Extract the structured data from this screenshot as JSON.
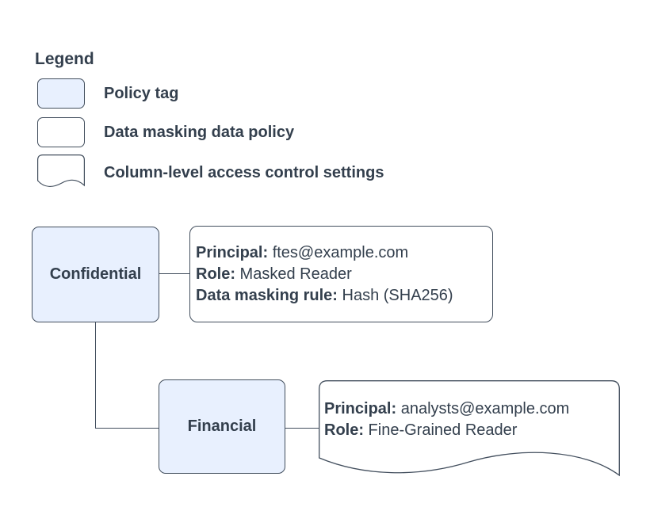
{
  "colors": {
    "node_fill": "#E8F0FE",
    "border": "#424E5D",
    "text": "#333F4D",
    "background": "#FFFFFF"
  },
  "legend": {
    "title": "Legend",
    "items": [
      {
        "shape": "policy-tag-swatch",
        "label": "Policy tag"
      },
      {
        "shape": "data-masking-policy-swatch",
        "label": "Data masking data policy"
      },
      {
        "shape": "document-swatch",
        "label": "Column-level access control settings"
      }
    ]
  },
  "diagram": {
    "nodes": [
      {
        "id": "confidential",
        "type": "policy-tag",
        "label": "Confidential"
      },
      {
        "id": "financial",
        "type": "policy-tag",
        "label": "Financial"
      }
    ],
    "policies": [
      {
        "id": "confidential-policy",
        "type": "data-masking-data-policy",
        "fields": [
          {
            "label": "Principal:",
            "value": " ftes@example.com"
          },
          {
            "label": "Role:",
            "value": " Masked Reader"
          },
          {
            "label": "Data masking rule:",
            "value": " Hash (SHA256)"
          }
        ]
      },
      {
        "id": "financial-policy",
        "type": "column-level-access-control-settings",
        "fields": [
          {
            "label": "Principal:",
            "value": " analysts@example.com"
          },
          {
            "label": "Role:",
            "value": " Fine-Grained Reader"
          }
        ]
      }
    ]
  }
}
